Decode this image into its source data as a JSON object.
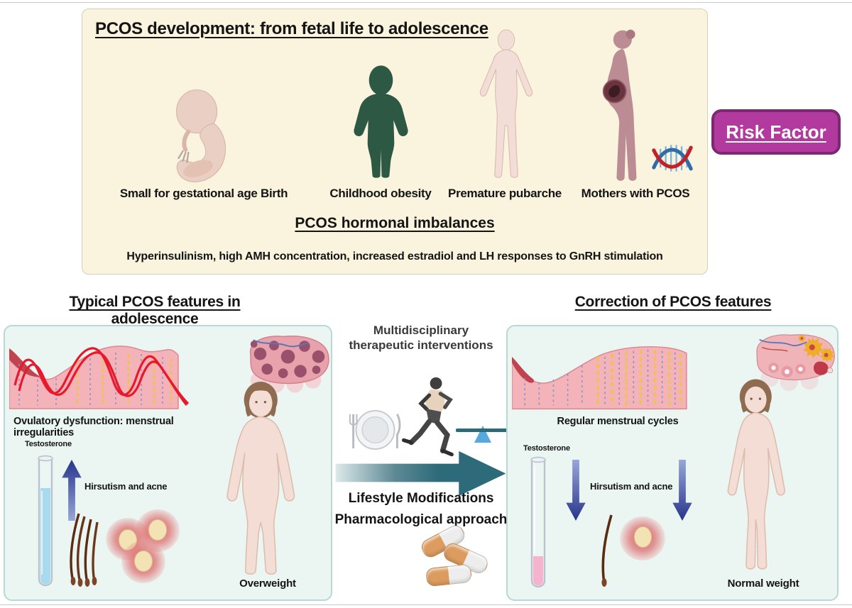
{
  "top_panel": {
    "title": "PCOS development: from fetal life to adolescence",
    "items": [
      {
        "label": "Small for gestational age Birth",
        "icon": "fetus-illustration"
      },
      {
        "label": "Childhood obesity",
        "icon": "obese-child-silhouette"
      },
      {
        "label": "Premature pubarche",
        "icon": "adolescent-girl-illustration"
      },
      {
        "label": "Mothers with PCOS",
        "icon": "pregnant-woman-dna-illustration"
      }
    ],
    "subheading": "PCOS hormonal imbalances",
    "subtext": "Hyperinsulinism, high AMH concentration, increased estradiol and LH responses to GnRH stimulation"
  },
  "risk_badge": {
    "label": "Risk Factor",
    "bg_color": "#b23a9e",
    "border_color": "#7b2a71"
  },
  "left_panel": {
    "heading": "Typical PCOS features in adolescence",
    "ovulation_label": "Ovulatory dysfunction: menstrual irregularities",
    "testosterone_label": "Testosterone",
    "testosterone_trend": "up",
    "hirsutism_label": "Hirsutism and acne",
    "weight_label": "Overweight"
  },
  "center": {
    "heading": "Multidisciplinary therapeutic interventions",
    "line1": "Lifestyle Modifications",
    "line2": "Pharmacological approach",
    "arrow_color": "#2e6b7a"
  },
  "right_panel": {
    "heading": "Correction of PCOS features",
    "cycle_label": "Regular menstrual cycles",
    "testosterone_label": "Testosterone",
    "testosterone_trend": "down",
    "hirsutism_label": "Hirsutism and acne",
    "weight_label": "Normal weight"
  },
  "colors": {
    "top_panel_bg": "#faf3de",
    "mint_panel_bg": "#ebf6f3",
    "mint_panel_border": "#b7d8d4",
    "trend_arrow_blue": "#2b3a8f",
    "teal_arrow": "#2e6b7a",
    "badge_magenta": "#b23a9e"
  }
}
